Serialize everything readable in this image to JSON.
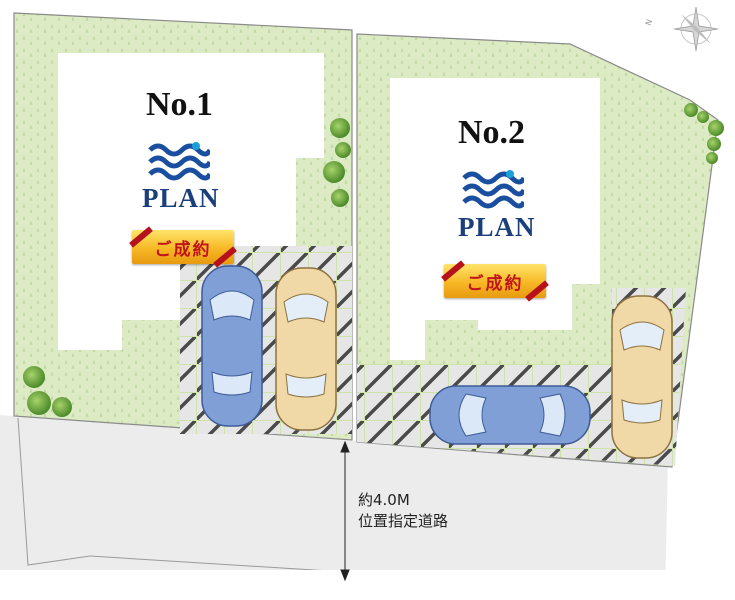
{
  "lots": [
    {
      "title": "No.1",
      "brand": "PLAN",
      "status": "ご成約"
    },
    {
      "title": "No.2",
      "brand": "PLAN",
      "status": "ご成約"
    }
  ],
  "road": {
    "width": "約4.0M",
    "type": "位置指定道路"
  },
  "compass": {
    "north_label": "N"
  },
  "colors": {
    "lawn": "#dcebc4",
    "building": "#ffffff",
    "parking": "#e4e4e4",
    "car_blue": "#7f9fd6",
    "car_beige": "#f0d9a6",
    "brand": "#1b3f7a",
    "sold_red": "#c0141a"
  }
}
